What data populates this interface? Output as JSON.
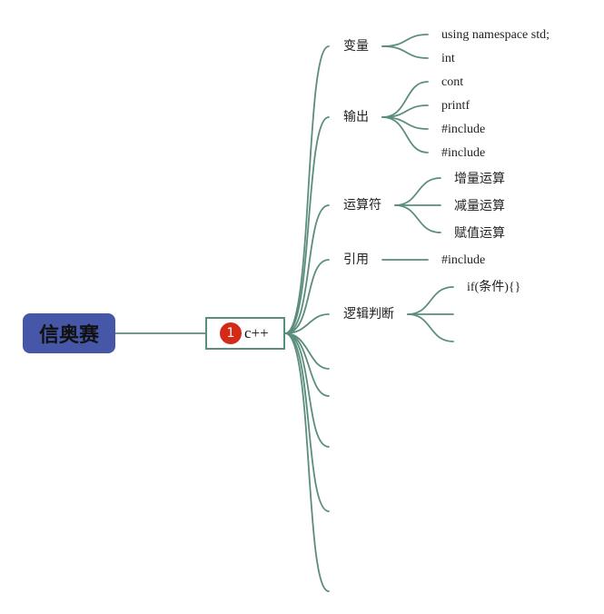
{
  "root": {
    "label": "信奥赛"
  },
  "main": {
    "marker": "1",
    "label": "c++"
  },
  "topics": {
    "bianliang": {
      "label": "变量",
      "leaves": [
        "using namespace std;",
        "int"
      ]
    },
    "shuchu": {
      "label": "输出",
      "leaves": [
        "cont",
        "printf",
        "#include",
        "#include"
      ]
    },
    "yunsuanfu": {
      "label": "运算符",
      "leaves": [
        "增量运算",
        "减量运算",
        "赋值运算"
      ]
    },
    "yinyong": {
      "label": "引用",
      "leaves": [
        "#include"
      ]
    },
    "luoji": {
      "label": "逻辑判断",
      "leaves": [
        "if(条件){}"
      ]
    }
  },
  "colors": {
    "connector": "#5b8d7d",
    "root_fill": "#4557a6",
    "marker_fill": "#d42a18"
  }
}
